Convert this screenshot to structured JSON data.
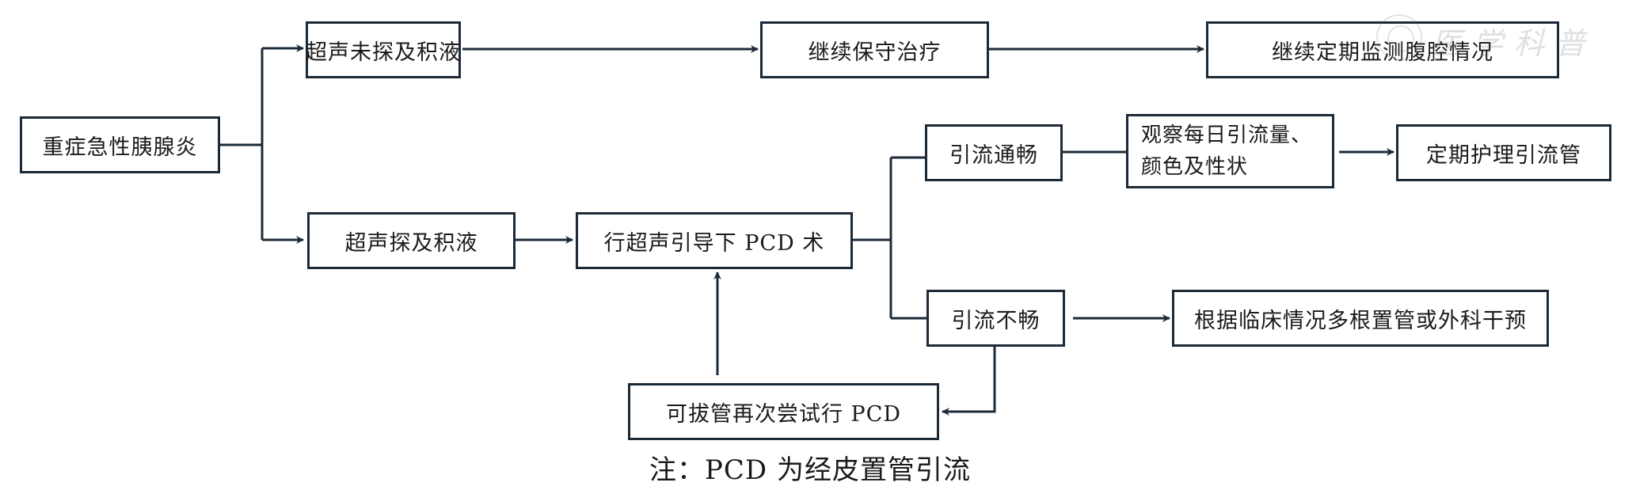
{
  "nodes": {
    "sap": "重症急性胰腺炎",
    "no_fluid": "超声未探及积液",
    "conservative": "继续保守治疗",
    "monitor": "继续定期监测腹腔情况",
    "fluid": "超声探及积液",
    "pcd": "行超声引导下 PCD 术",
    "drain_ok": "引流通畅",
    "observe": "观察每日引流量、颜色及性状",
    "care": "定期护理引流管",
    "drain_poor": "引流不畅",
    "intervention": "根据临床情况多根置管或外科干预",
    "retry": "可拔管再次尝试行 PCD"
  },
  "caption": "注：PCD 为经皮置管引流",
  "watermark": {
    "text": "医学科普",
    "icon": "seal-logo-icon"
  },
  "edges": [
    {
      "from": "sap",
      "to": "no_fluid",
      "arrow": true
    },
    {
      "from": "sap",
      "to": "fluid",
      "arrow": true
    },
    {
      "from": "no_fluid",
      "to": "conservative",
      "arrow": true
    },
    {
      "from": "conservative",
      "to": "monitor",
      "arrow": true
    },
    {
      "from": "fluid",
      "to": "pcd",
      "arrow": true
    },
    {
      "from": "pcd",
      "to": "drain_ok",
      "arrow": false
    },
    {
      "from": "pcd",
      "to": "drain_poor",
      "arrow": false
    },
    {
      "from": "drain_ok",
      "to": "observe",
      "arrow": false
    },
    {
      "from": "observe",
      "to": "care",
      "arrow": true
    },
    {
      "from": "drain_poor",
      "to": "intervention",
      "arrow": true
    },
    {
      "from": "drain_poor",
      "to": "retry",
      "arrow": true
    },
    {
      "from": "retry",
      "to": "pcd",
      "arrow": true
    }
  ],
  "colors": {
    "line": "#1c2a38"
  }
}
